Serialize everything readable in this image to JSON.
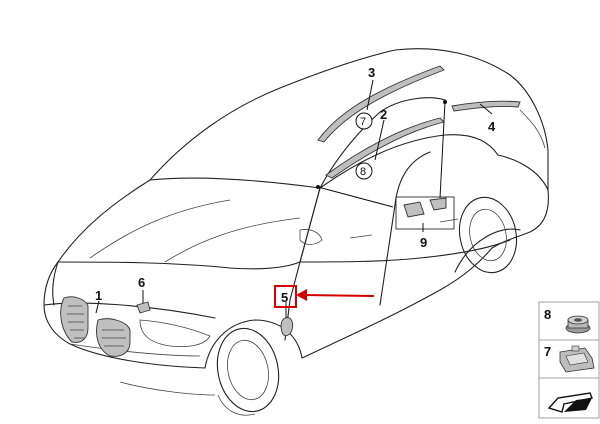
{
  "diagram": {
    "callouts": {
      "grille": "1",
      "roof_trim_left": "2",
      "roof_rail_upper": "3",
      "roof_trim_rear": "4",
      "fender_badge": "5",
      "hood_clip": "6",
      "circled_ref_upper": "7",
      "circled_ref_lower": "8",
      "door_clips": "9"
    },
    "highlight_color": "#d40000",
    "legend": [
      {
        "number": "8",
        "icon": "nut-icon"
      },
      {
        "number": "7",
        "icon": "clip-icon"
      },
      {
        "number": "",
        "icon": "arrow-icon"
      }
    ]
  }
}
